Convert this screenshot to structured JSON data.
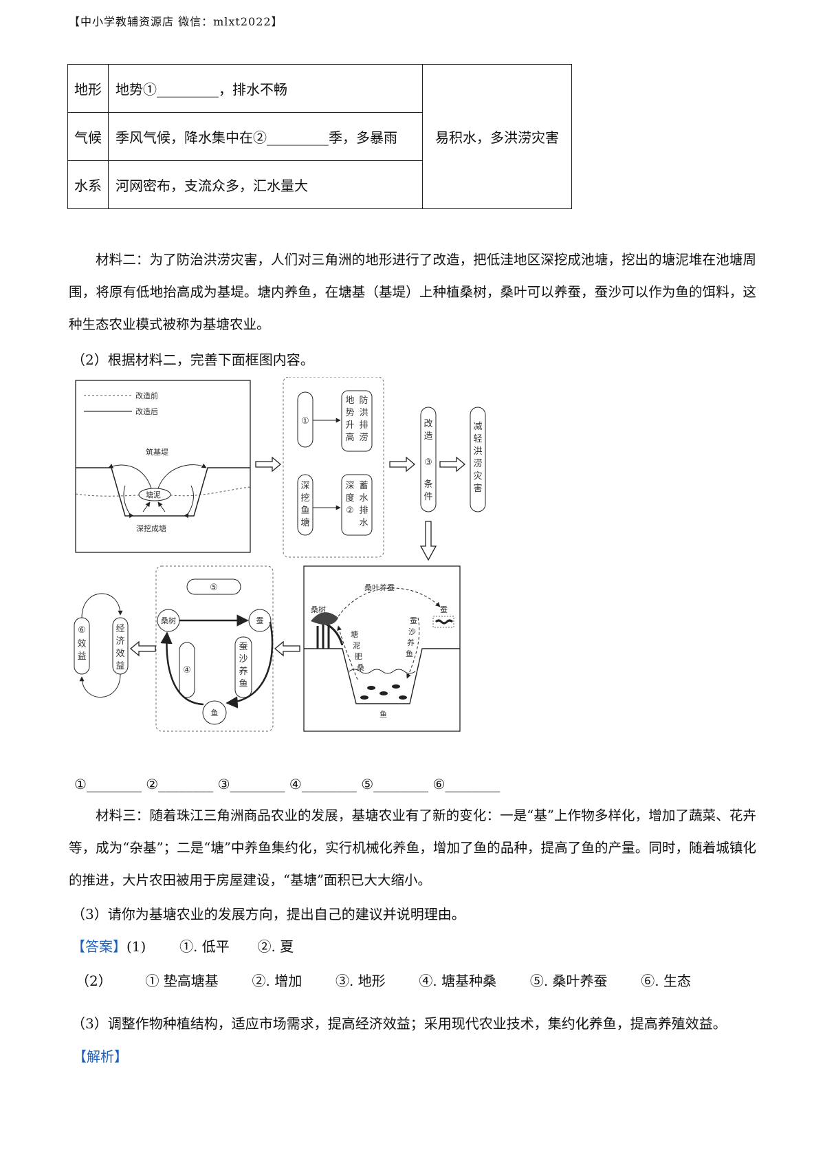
{
  "header": "【中小学教辅资源店 微信：mlxt2022】",
  "table": {
    "rows": [
      {
        "key": "地形",
        "value": "地势①_________，排水不畅"
      },
      {
        "key": "气候",
        "value": "季风气候，降水集中在②_________季，多暴雨"
      },
      {
        "key": "水系",
        "value": "河网密布，支流众多，汇水量大"
      }
    ],
    "result": "易积水，多洪涝灾害"
  },
  "material2": "材料二：为了防治洪涝灾害，人们对三角洲的地形进行了改造，把低洼地区深挖成池塘，挖出的塘泥堆在池塘周围，将原有低地抬高成为基堤。塘内养鱼，在塘基（基堤）上种植桑树，桑叶可以养蚕，蚕沙可以作为鱼的饵料，这种生态农业模式被称为基塘农业。",
  "q2": "（2）根据材料二，完善下面框图内容。",
  "figure": {
    "legend_before": "改造前",
    "legend_after": "改造后",
    "label_build_dike": "筑基堤",
    "label_pond_mud": "塘泥",
    "label_dig_pond": "深挖成塘",
    "box_1": "①",
    "box_terrain_up": "地势升高",
    "box_flood_drain": "防洪排涝",
    "box_dig_fish": "深挖鱼塘",
    "box_depth": "深度②",
    "box_store_drain": "蓄水排水",
    "box_change": "改造",
    "box_3": "③",
    "box_cond": "条件",
    "box_reduce": "减轻洪涝灾害",
    "label_mulberry_tree": "桑树",
    "label_leaf_silkworm": "桑叶养蚕",
    "label_silkworm": "蚕",
    "label_mud_fert": "塘泥肥桑",
    "label_sand_fish": "蚕沙养鱼",
    "label_fish": "鱼",
    "cycle_5": "⑤",
    "cycle_mulberry": "桑树",
    "cycle_silkworm": "蚕",
    "cycle_4": "④",
    "cycle_sand_fish": "蚕沙养鱼",
    "cycle_fish": "鱼",
    "benefit_6": "⑥效益",
    "benefit_econ": "经济效益"
  },
  "blanks": [
    "①",
    "②",
    "③",
    "④",
    "⑤",
    "⑥"
  ],
  "material3": "材料三：随着珠江三角洲商品农业的发展，基塘农业有了新的变化：一是“基”上作物多样化，增加了蔬菜、花卉等，成为“杂基”；二是“塘”中养鱼集约化，实行机械化养鱼，增加了鱼的品种，提高了鱼的产量。同时，随着城镇化的推进，大片农田被用于房屋建设，“基塘”面积已大大缩小。",
  "q3": "（3）请你为基塘农业的发展方向，提出自己的建议并说明理由。",
  "answer": {
    "tag": "【答案】",
    "line1_num": "(1)",
    "line1_items": [
      "①. 低平",
      "②. 夏"
    ],
    "line2_num": "（2）",
    "line2_items": [
      "①  垫高塘基",
      "②. 增加",
      "③. 地形",
      "④. 塘基种桑",
      "⑤. 桑叶养蚕",
      "⑥. 生态"
    ],
    "line3": "（3）调整作物种植结构，适应市场需求，提高经济效益；采用现代农业技术，集约化养鱼，提高养殖效益。"
  },
  "analysis_tag": "【解析】"
}
